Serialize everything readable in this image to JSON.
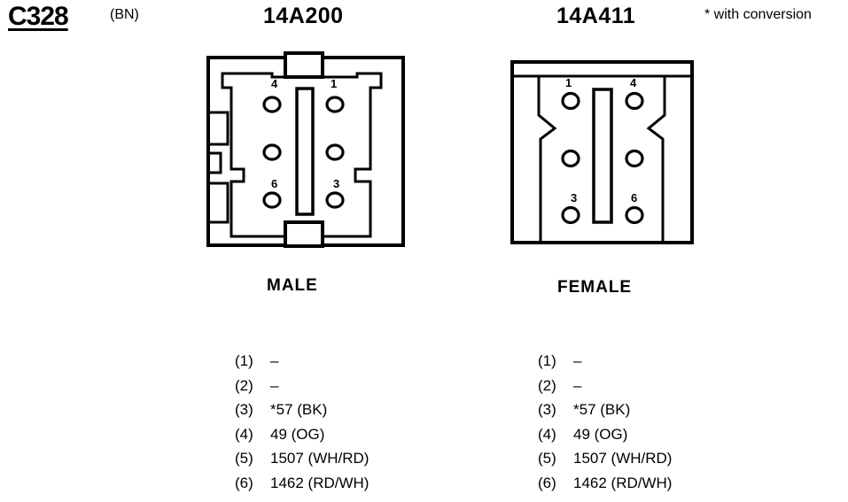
{
  "connector": {
    "id": "C328",
    "color_code": "(BN)"
  },
  "note": "* with conversion",
  "left": {
    "part_number": "14A200",
    "gender": "MALE",
    "pin_labels": [
      "4",
      "1",
      "6",
      "3"
    ],
    "pins": [
      {
        "num": "(1)",
        "value": "–"
      },
      {
        "num": "(2)",
        "value": "–"
      },
      {
        "num": "(3)",
        "value": "*57 (BK)"
      },
      {
        "num": "(4)",
        "value": "49 (OG)"
      },
      {
        "num": "(5)",
        "value": "1507 (WH/RD)"
      },
      {
        "num": "(6)",
        "value": "1462 (RD/WH)"
      }
    ]
  },
  "right": {
    "part_number": "14A411",
    "gender": "FEMALE",
    "pin_labels": [
      "1",
      "4",
      "3",
      "6"
    ],
    "pins": [
      {
        "num": "(1)",
        "value": "–"
      },
      {
        "num": "(2)",
        "value": "–"
      },
      {
        "num": "(3)",
        "value": "*57 (BK)"
      },
      {
        "num": "(4)",
        "value": "49 (OG)"
      },
      {
        "num": "(5)",
        "value": "1507 (WH/RD)"
      },
      {
        "num": "(6)",
        "value": "1462 (RD/WH)"
      }
    ]
  }
}
